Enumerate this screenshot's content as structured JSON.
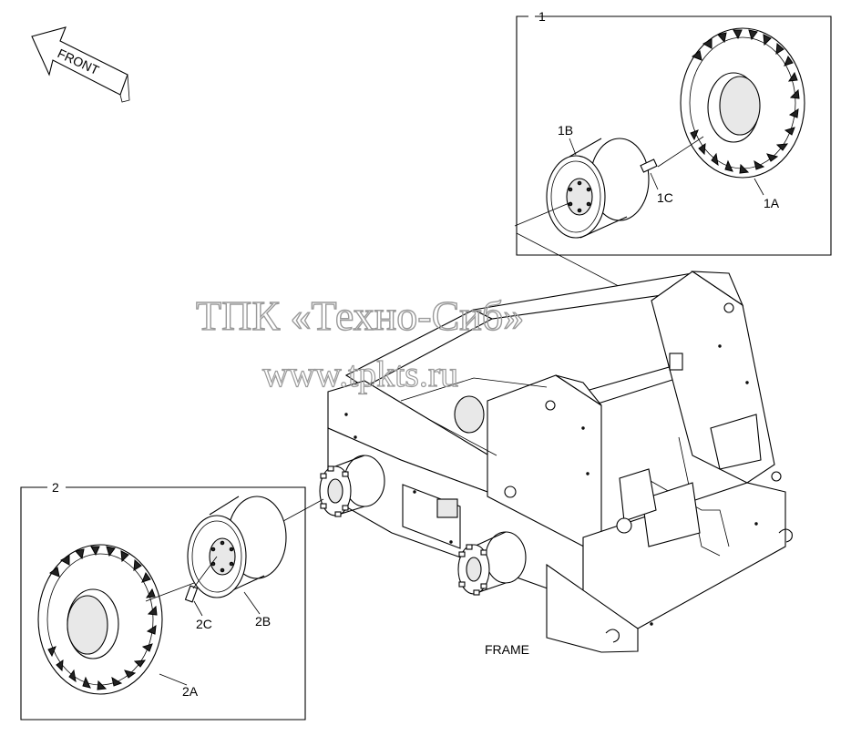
{
  "front_arrow": {
    "label": "FRONT"
  },
  "frame": {
    "label": "FRAME"
  },
  "groups": [
    {
      "number": "1",
      "parts": {
        "tire": "1A",
        "rim": "1B",
        "valve": "1C"
      }
    },
    {
      "number": "2",
      "parts": {
        "tire": "2A",
        "rim": "2B",
        "valve": "2C"
      }
    }
  ],
  "watermark": {
    "line1": "ТПК «Техно-Сиб»",
    "line2": "www.tpkts.ru"
  }
}
